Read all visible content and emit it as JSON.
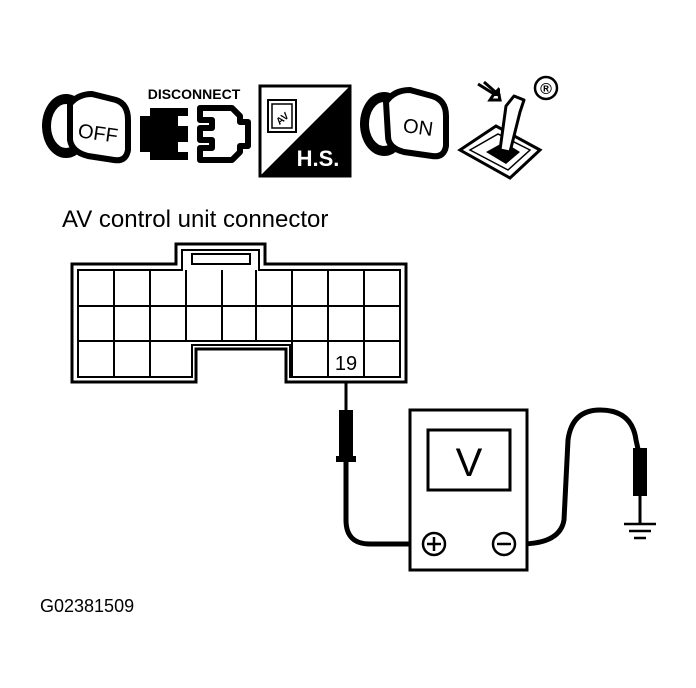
{
  "icons": {
    "ignition_off_label": "OFF",
    "disconnect_label": "DISCONNECT",
    "harness_label": "H.S.",
    "harness_tag": "AV",
    "ignition_on_label": "ON",
    "registered_mark": "®"
  },
  "connector": {
    "title": "AV control unit connector",
    "terminal_label": "19"
  },
  "meter": {
    "display_unit": "V",
    "positive_symbol": "+",
    "negative_symbol": "−"
  },
  "figure_id": "G02381509"
}
